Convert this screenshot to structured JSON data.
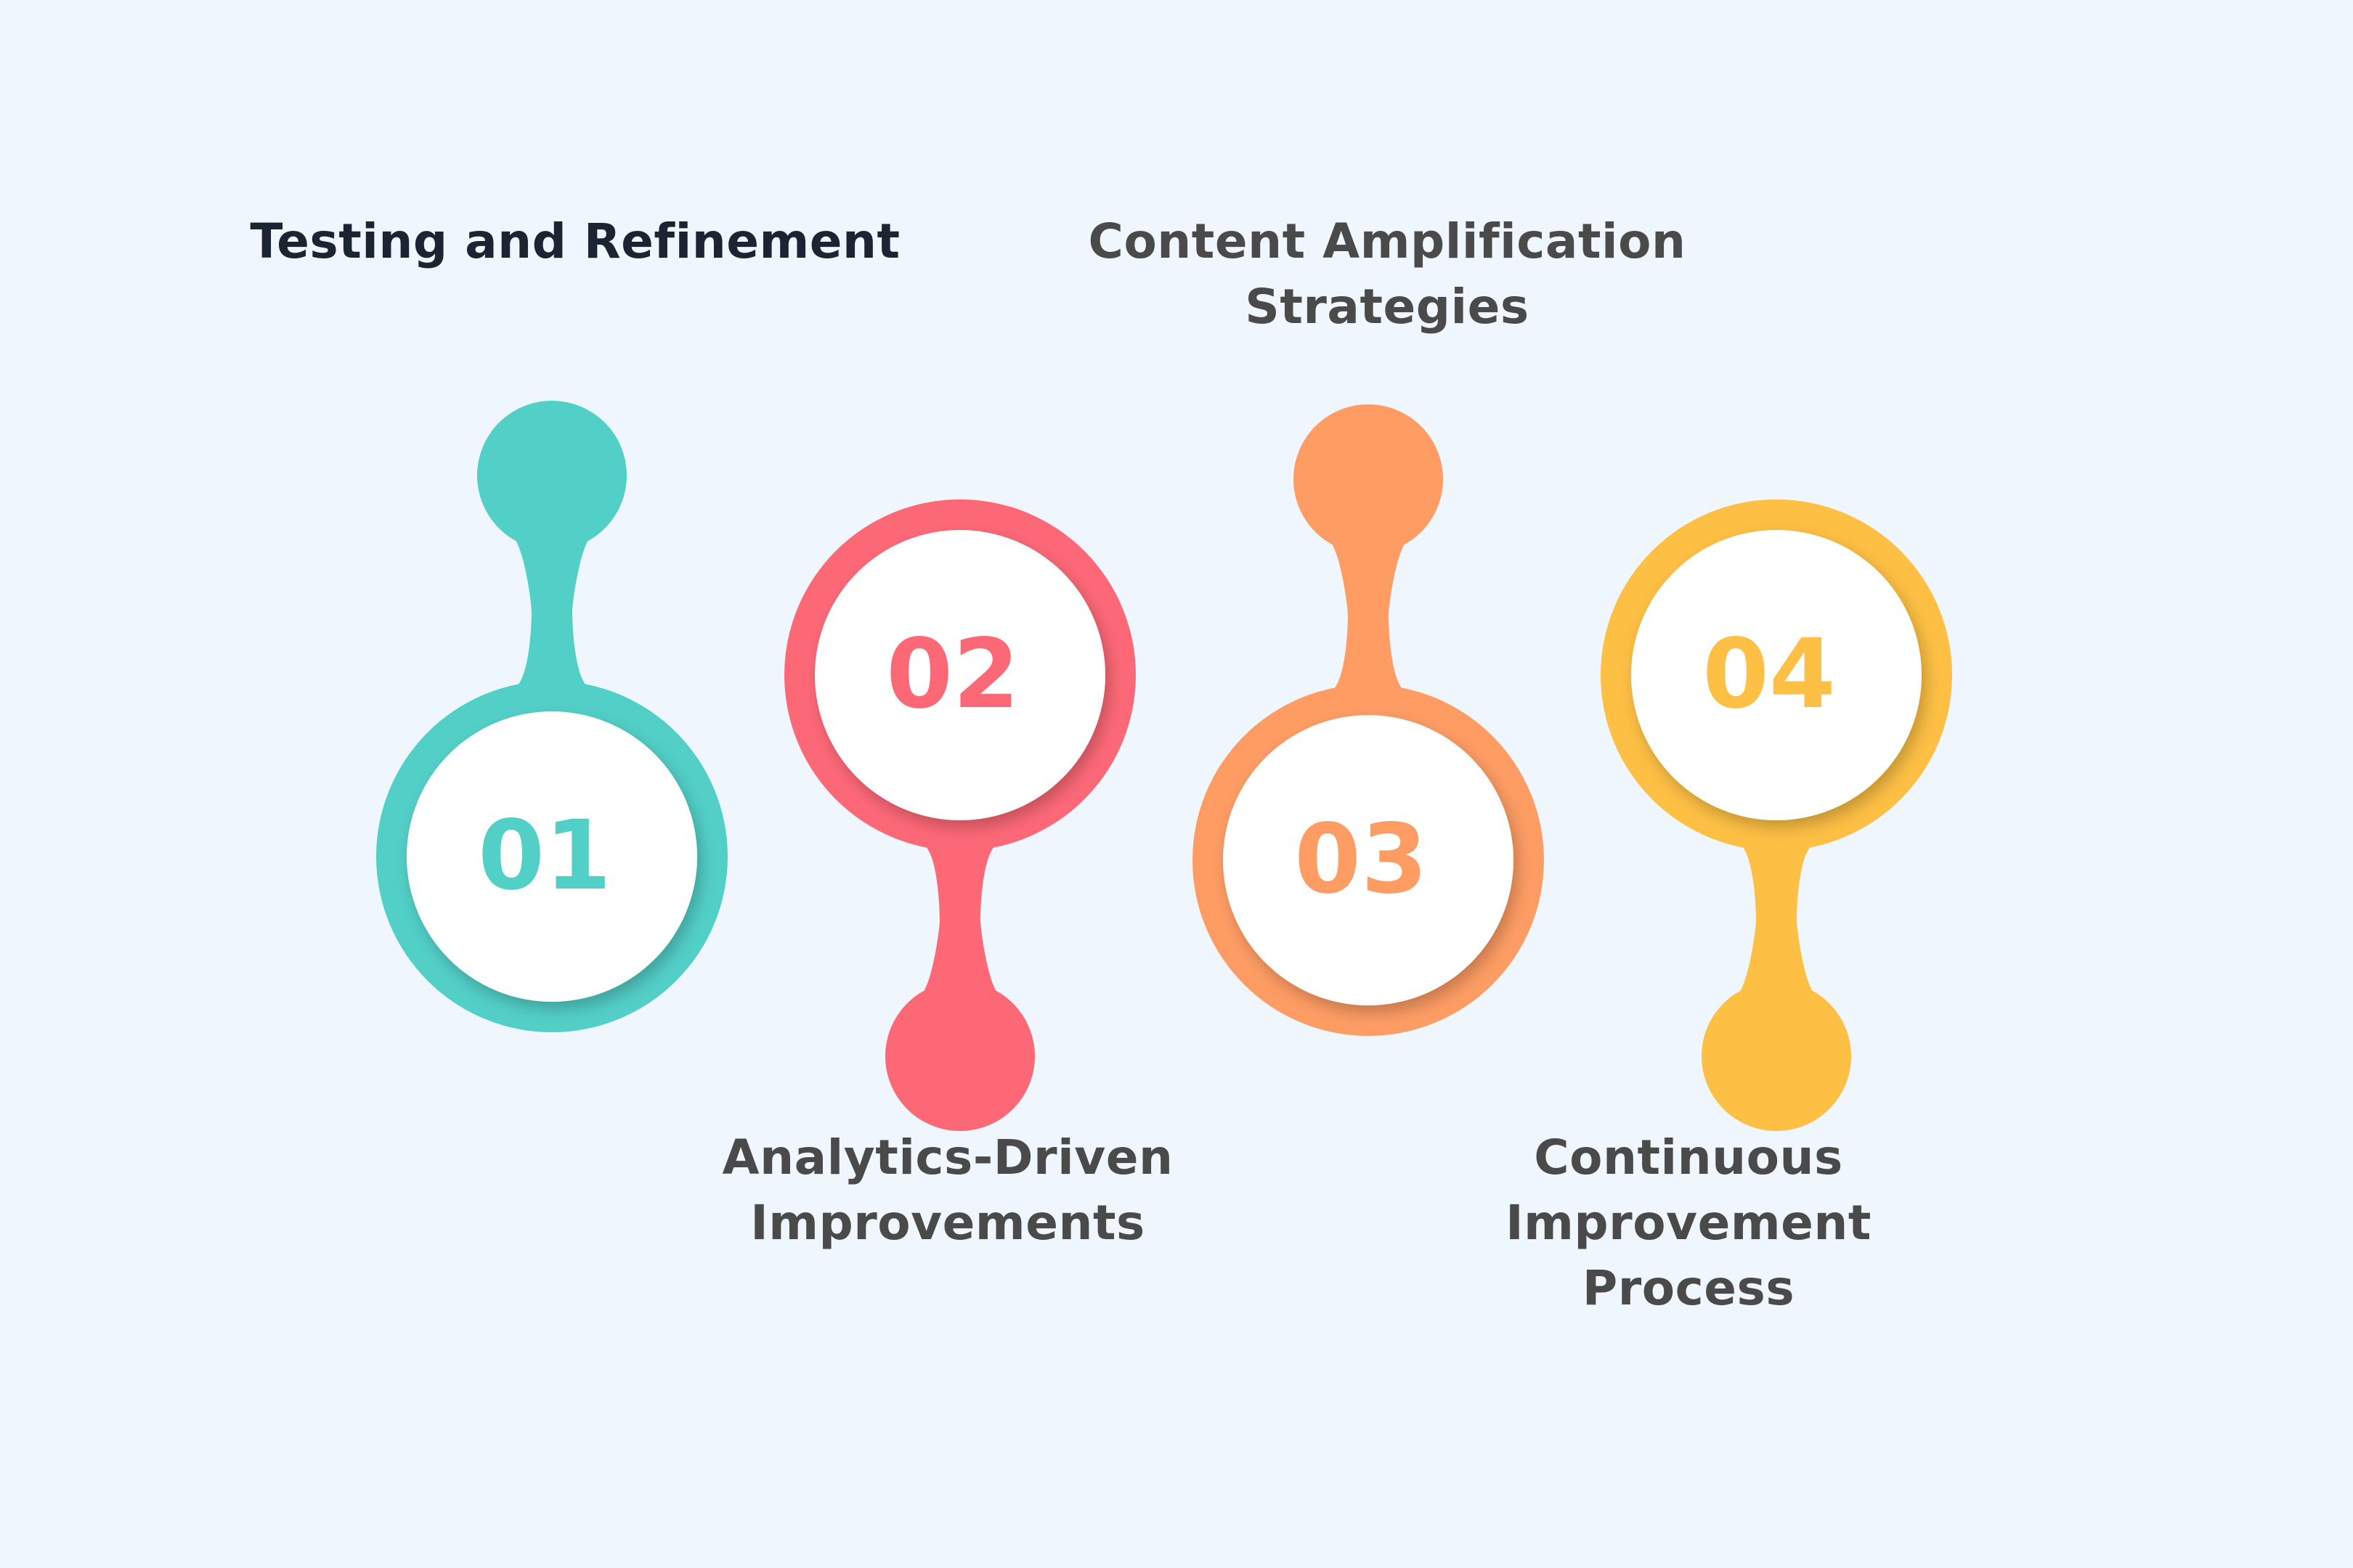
{
  "steps": [
    {
      "number": "01",
      "label": "Testing and Refinement",
      "color": "#52cfc7",
      "label_color": "#1a2433"
    },
    {
      "number": "02",
      "label": "Content Amplification Strategies",
      "color": "#fd6877",
      "label_color": "#4a4a4a"
    },
    {
      "number": "03",
      "label": "Analytics-Driven Improvements",
      "color": "#fe9c64",
      "label_color": "#4a4a4a"
    },
    {
      "number": "04",
      "label": "Continuous Improvement Process",
      "color": "#fdbf44",
      "label_color": "#4a4a4a"
    }
  ]
}
